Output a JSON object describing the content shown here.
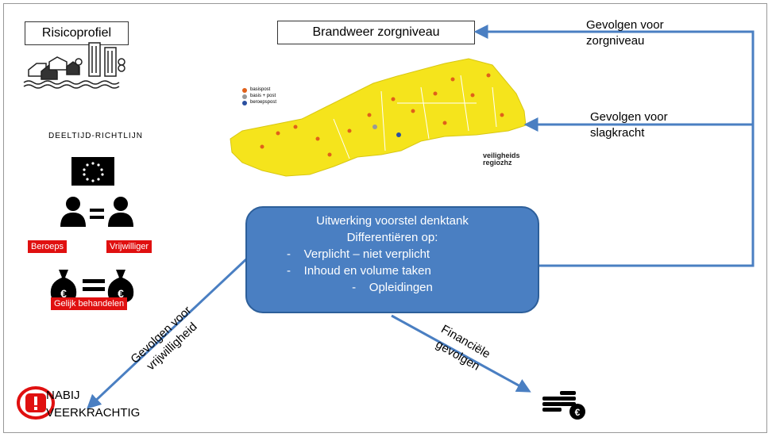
{
  "risk_profile": {
    "label": "Risicoprofiel"
  },
  "care_level": {
    "label": "Brandweer zorgniveau"
  },
  "directive": {
    "title": "DEELTIJD-RICHTLIJN"
  },
  "tags": {
    "professional": "Beroeps",
    "volunteer": "Vrijwilliger",
    "equal": "Gelijk behandelen"
  },
  "map": {
    "legend": [
      "basispost",
      "basis + post",
      "beroepspost"
    ],
    "legend_colors": [
      "#e0601a",
      "#999999",
      "#2a4fa0"
    ],
    "region_logo_line1": "veiligheids",
    "region_logo_line2": "regiozhz",
    "fill_color": "#f5e41c"
  },
  "center": {
    "title": "Uitwerking voorstel denktank",
    "subtitle": "Differentiëren op:",
    "items": [
      "Verplicht – niet verplicht",
      "Inhoud en volume taken",
      "Opleidingen"
    ]
  },
  "arrows": {
    "care_level_line1": "Gevolgen voor",
    "care_level_line2": "zorgniveau",
    "strike_line1": "Gevolgen voor",
    "strike_line2": "slagkracht",
    "voluntary_line1": "Gevolgen voor",
    "voluntary_line2": "vrijwilligheid",
    "financial_line1": "Financiële",
    "financial_line2": "gevolgen"
  },
  "warning": {
    "line1": "NABIJ",
    "line2": "VEERKRACHTIG"
  },
  "colors": {
    "arrow": "#4a7fc2",
    "box": "#4a7fc2",
    "tag": "#e01010"
  }
}
